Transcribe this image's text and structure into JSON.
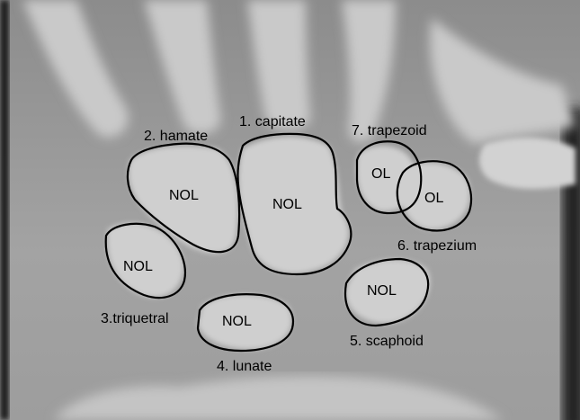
{
  "bones": [
    {
      "id": "capitate",
      "label": "1. capitate",
      "status": "NOL"
    },
    {
      "id": "hamate",
      "label": "2. hamate",
      "status": "NOL"
    },
    {
      "id": "triquetral",
      "label": "3.triquetral",
      "status": "NOL"
    },
    {
      "id": "lunate",
      "label": "4. lunate",
      "status": "NOL"
    },
    {
      "id": "scaphoid",
      "label": "5. scaphoid",
      "status": "NOL"
    },
    {
      "id": "trapezium",
      "label": "6. trapezium",
      "status": "OL"
    },
    {
      "id": "trapezoid",
      "label": "7. trapezoid",
      "status": "OL"
    }
  ],
  "colors": {
    "outline": "#000000",
    "bone_light": "#d9d9d9",
    "soft_tissue": "#9a9a9a",
    "background": "#111111"
  }
}
